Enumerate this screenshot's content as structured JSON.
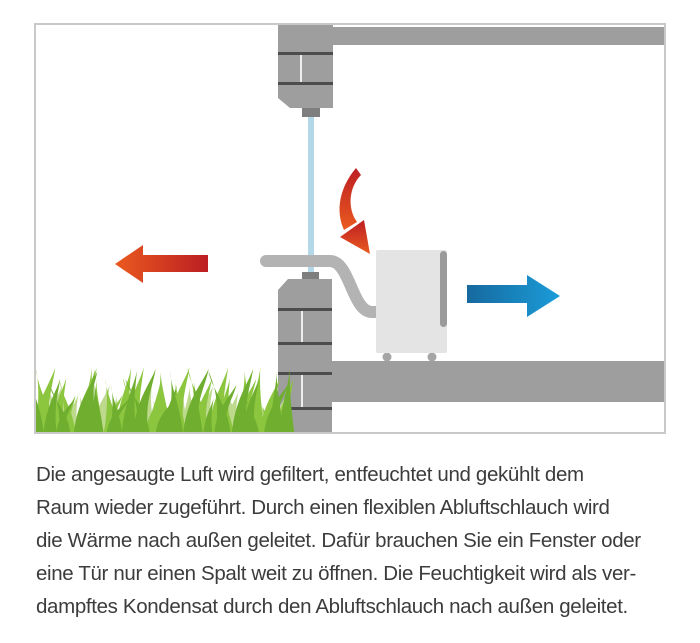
{
  "colors": {
    "frame_border": "#c9c9c9",
    "wall_gray": "#9e9e9e",
    "wall_joint_dark": "#4d4d4d",
    "wall_mortar": "#eeeeee",
    "cap_dark": "#7e7e7e",
    "window_blue": "#b5d8e8",
    "hose_gray": "#b3b3b3",
    "device_body": "#e4e4e4",
    "device_handle": "#9a9a9a",
    "wheel_gray": "#a5a5a5",
    "red_dark": "#bc1e23",
    "red_orange": "#ea5a1f",
    "blue_dark": "#16699f",
    "blue_light": "#1b9cd8",
    "grass_light": "#bcd98c",
    "grass_mid": "#8cc63f",
    "grass_dark": "#6fae2f",
    "text": "#3c3c3c"
  },
  "caption": {
    "lines": [
      "Die angesaugte Luft wird gefiltert, entfeuchtet und gekühlt dem",
      "Raum wieder zugeführt. Durch einen flexiblen Abluftschlauch wird",
      "die Wärme nach außen geleitet. Dafür brauchen Sie ein Fenster oder",
      "eine Tür nur einen Spalt weit zu öffnen. Die Feuchtigkeit wird als ver-",
      "dampftes Kondensat durch den Abluftschlauch nach außen geleitet."
    ]
  }
}
